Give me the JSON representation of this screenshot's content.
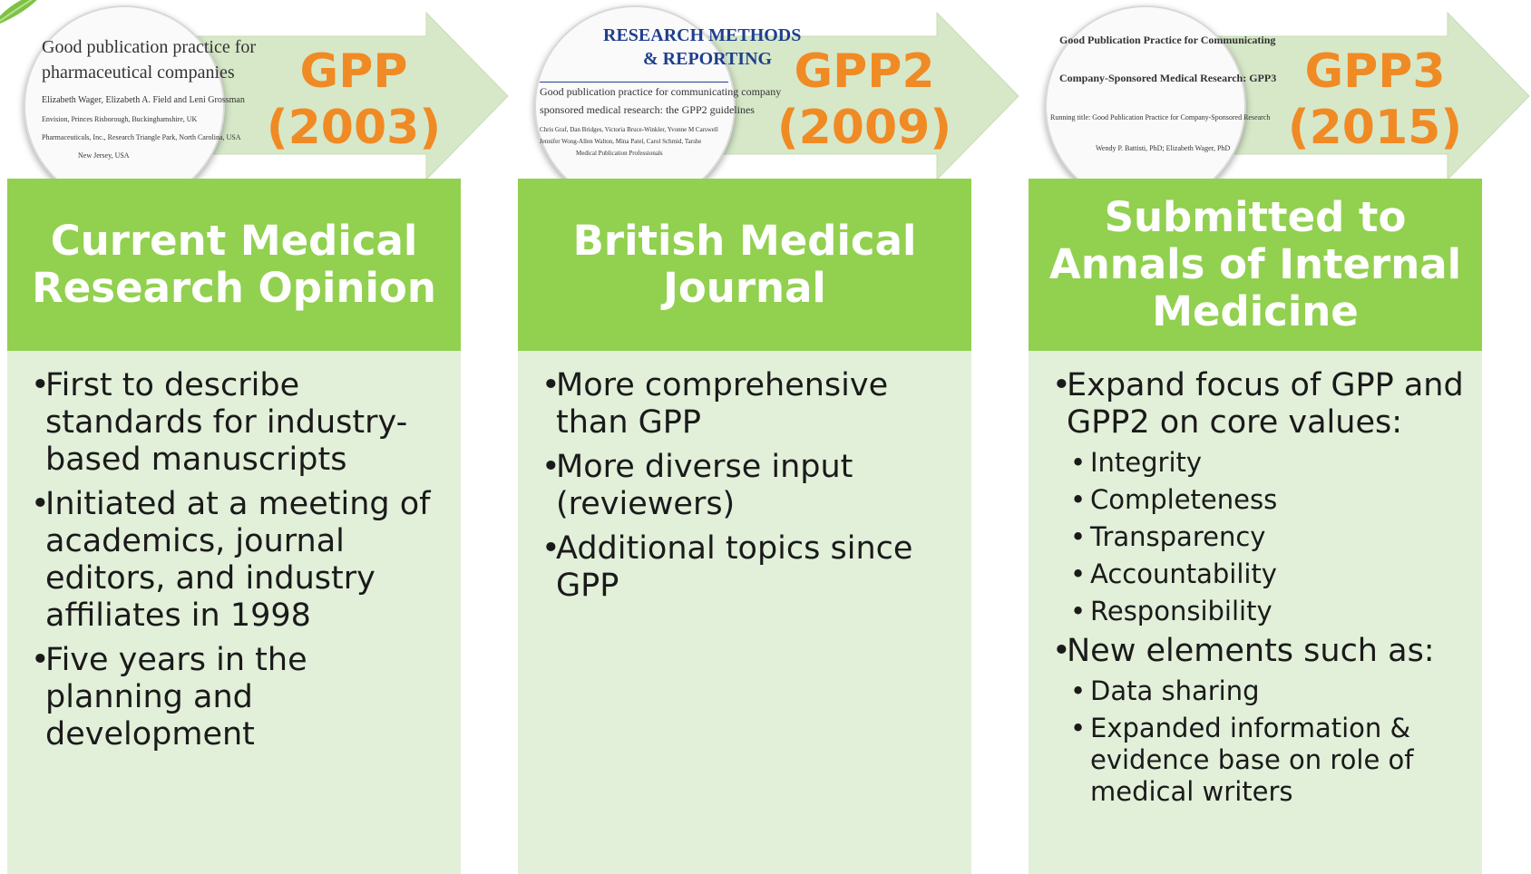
{
  "colors": {
    "accent_orange": "#f08a24",
    "header_green": "#92d050",
    "body_green": "#e2efd9",
    "arrow_green": "#d6e8c8"
  },
  "columns": [
    {
      "year_label": "GPP",
      "year": "(2003)",
      "journal": "Current Medical Research Opinion",
      "thumbnail_lines": [
        "Good publication practice for",
        "pharmaceutical companies",
        "Elizabeth Wager, Elizabeth A. Field and Leni Grossman",
        "Envision, Princes Risborough, Buckinghamshire, UK",
        "Pharmaceuticals, Inc., Research Triangle Park, North Carolina, USA",
        "New Jersey, USA"
      ],
      "bullets": [
        "First to describe standards for industry-based manuscripts",
        "Initiated at a meeting of academics, journal editors, and industry affiliates in 1998",
        "Five years in the planning and development"
      ]
    },
    {
      "year_label": "GPP2",
      "year": "(2009)",
      "journal": "British Medical Journal",
      "thumbnail_lines": [
        "RESEARCH METHODS",
        "& REPORTING",
        "Good publication practice for communicating company",
        "sponsored medical research: the GPP2 guidelines",
        "Chris Graf, Dan Bridges, Victoria Bruce-Winkler, Yvonne M Carswell",
        "Jennifer Wong-Allen Walton, Mina Patel, Carol Schmid, Tarshe",
        "Medical Publication Professionals"
      ],
      "bullets": [
        "More comprehensive than GPP",
        "More diverse input (reviewers)",
        "Additional topics since GPP"
      ]
    },
    {
      "year_label": "GPP3",
      "year": "(2015)",
      "journal": "Submitted to Annals of Internal Medicine",
      "thumbnail_lines": [
        "Good Publication Practice for Communicating",
        "Company-Sponsored Medical Research: GPP3",
        "Running title: Good Publication Practice for Company-Sponsored Research",
        "Wendy P. Battisti, PhD; Elizabeth Wager, PhD"
      ],
      "bullets_top": [
        "Expand focus of GPP and GPP2 on core values:"
      ],
      "core_values": [
        "Integrity",
        "Completeness",
        "Transparency",
        "Accountability",
        "Responsibility"
      ],
      "bullets_mid": [
        "New elements such as:"
      ],
      "new_elements": [
        "Data sharing",
        "Expanded information & evidence base on role of medical writers"
      ]
    }
  ]
}
